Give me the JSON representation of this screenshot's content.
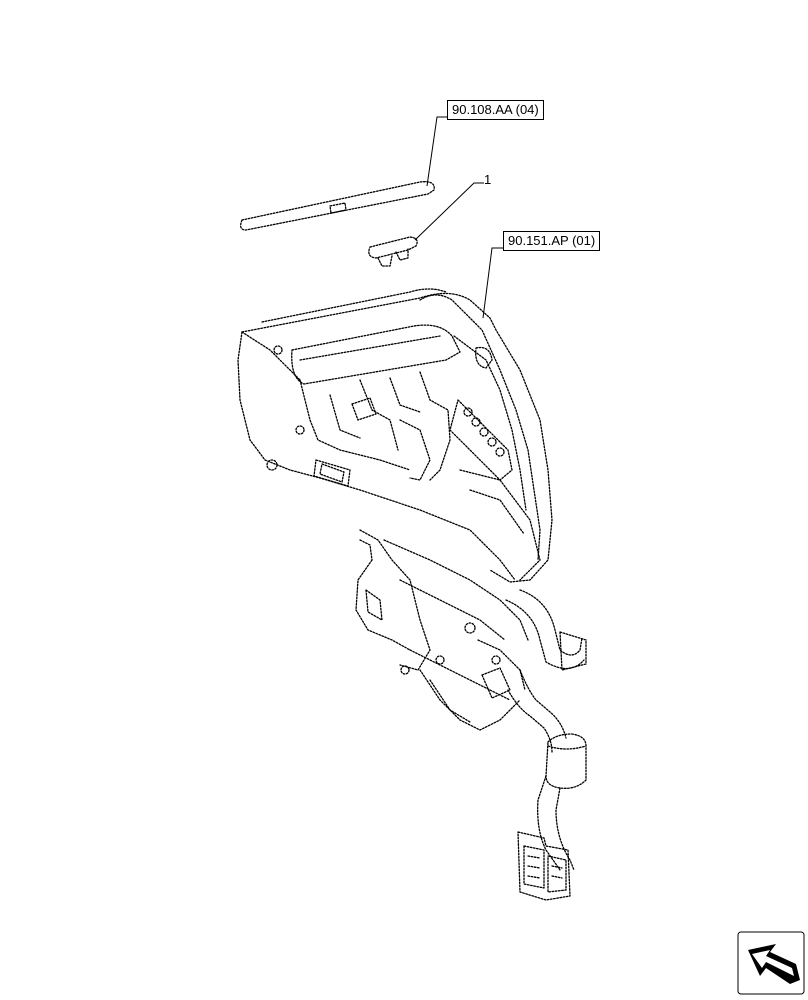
{
  "references": {
    "ref_top": "90.108.AA (04)",
    "ref_mid": "90.151.AP (01)"
  },
  "callouts": {
    "item_1": "1"
  }
}
